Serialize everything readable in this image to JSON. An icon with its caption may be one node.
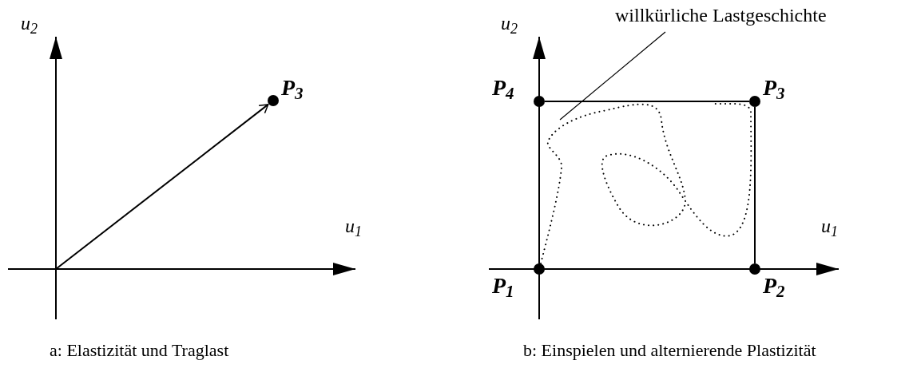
{
  "diagram": {
    "nodes": [
      {
        "text": [
          "P$_{3}$"
        ]
      },
      {
        "text": [
          "P$_{4}$"
        ]
      },
      {
        "text": [
          "P$_{3}$"
        ]
      },
      {
        "text": [
          "P$_{1}$"
        ]
      },
      {
        "text": [
          "P$_{2}$"
        ]
      },
      {
        "text": [
          "willkürliche Lastgeschichte"
        ]
      },
      {
        "text": [],
        "shape": "curve"
      }
    ],
    "edges": [
      {
        "from": null,
        "to": 0,
        "arrow": "to"
      },
      {
        "from": 3,
        "to": 4,
        "arrow": "none"
      },
      {
        "from": 4,
        "to": 2,
        "arrow": "none"
      },
      {
        "from": 2,
        "to": 1,
        "arrow": "none"
      },
      {
        "from": 1,
        "to": 3,
        "arrow": "none"
      },
      {
        "from": 5,
        "to": 6,
        "arrow": "none"
      }
    ],
    "labels": [
      "u$_{2}$",
      "u$_{1}$",
      "u$_{2}$",
      "u$_{1}$",
      "a: Elastizität und Traglast",
      "b: Einspielen und alternierende Plastizität"
    ]
  }
}
